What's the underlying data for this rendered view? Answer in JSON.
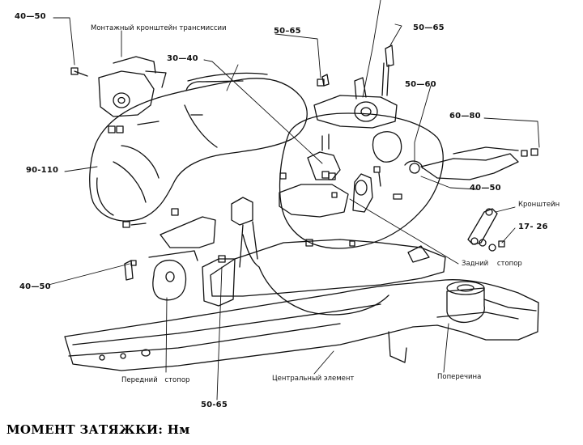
{
  "caption": "МОМЕНТ ЗАТЯЖКИ: Нм",
  "labels": {
    "transmission_bracket": "Монтажный кронштейн трансмиссии",
    "bracket": "Кронштейн",
    "rear_stopper": "Задний стопор",
    "front_stopper": "Передний стопор",
    "center_member": "Центральный элемент",
    "crossmember": "Поперечина"
  },
  "torques": {
    "t_top_left": "40—50",
    "t_top_mid": "50–65",
    "t_top_right": "50—65",
    "t_30_40": "30—40",
    "t_50_60": "50—60",
    "t_60_80": "60—80",
    "t_90_110": "90-110",
    "t_40_50_right": "40—50",
    "t_17_26": "17- 26",
    "t_40_50_left": "40—50",
    "t_50_65_bottom": "50-65"
  }
}
